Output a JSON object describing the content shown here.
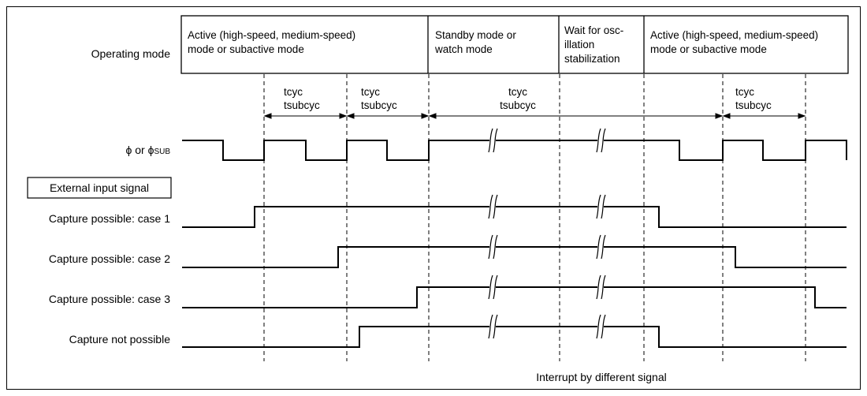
{
  "operating_mode_label": "Operating mode",
  "modes": [
    {
      "line1": "Active (high-speed, medium-speed)",
      "line2": "mode or subactive mode",
      "line3": ""
    },
    {
      "line1": "Standby mode or",
      "line2": "watch mode",
      "line3": ""
    },
    {
      "line1": "Wait for osc-",
      "line2": "illation",
      "line3": "stabilization"
    },
    {
      "line1": "Active (high-speed, medium-speed)",
      "line2": "mode or subactive mode",
      "line3": ""
    }
  ],
  "timing_labels": [
    {
      "line1": "tcyc",
      "line2": "tsubcyc"
    },
    {
      "line1": "tcyc",
      "line2": "tsubcyc"
    },
    {
      "line1": "tcyc",
      "line2": "tsubcyc"
    },
    {
      "line1": "tcyc",
      "line2": "tsubcyc"
    }
  ],
  "clock_label": {
    "phi": "ϕ or ϕ",
    "sub": "SUB"
  },
  "external_input_label": "External input signal",
  "signal_labels": {
    "case1": "Capture possible: case 1",
    "case2": "Capture possible: case 2",
    "case3": "Capture possible: case 3",
    "not_possible": "Capture not possible"
  },
  "footer": "Interrupt by different signal"
}
